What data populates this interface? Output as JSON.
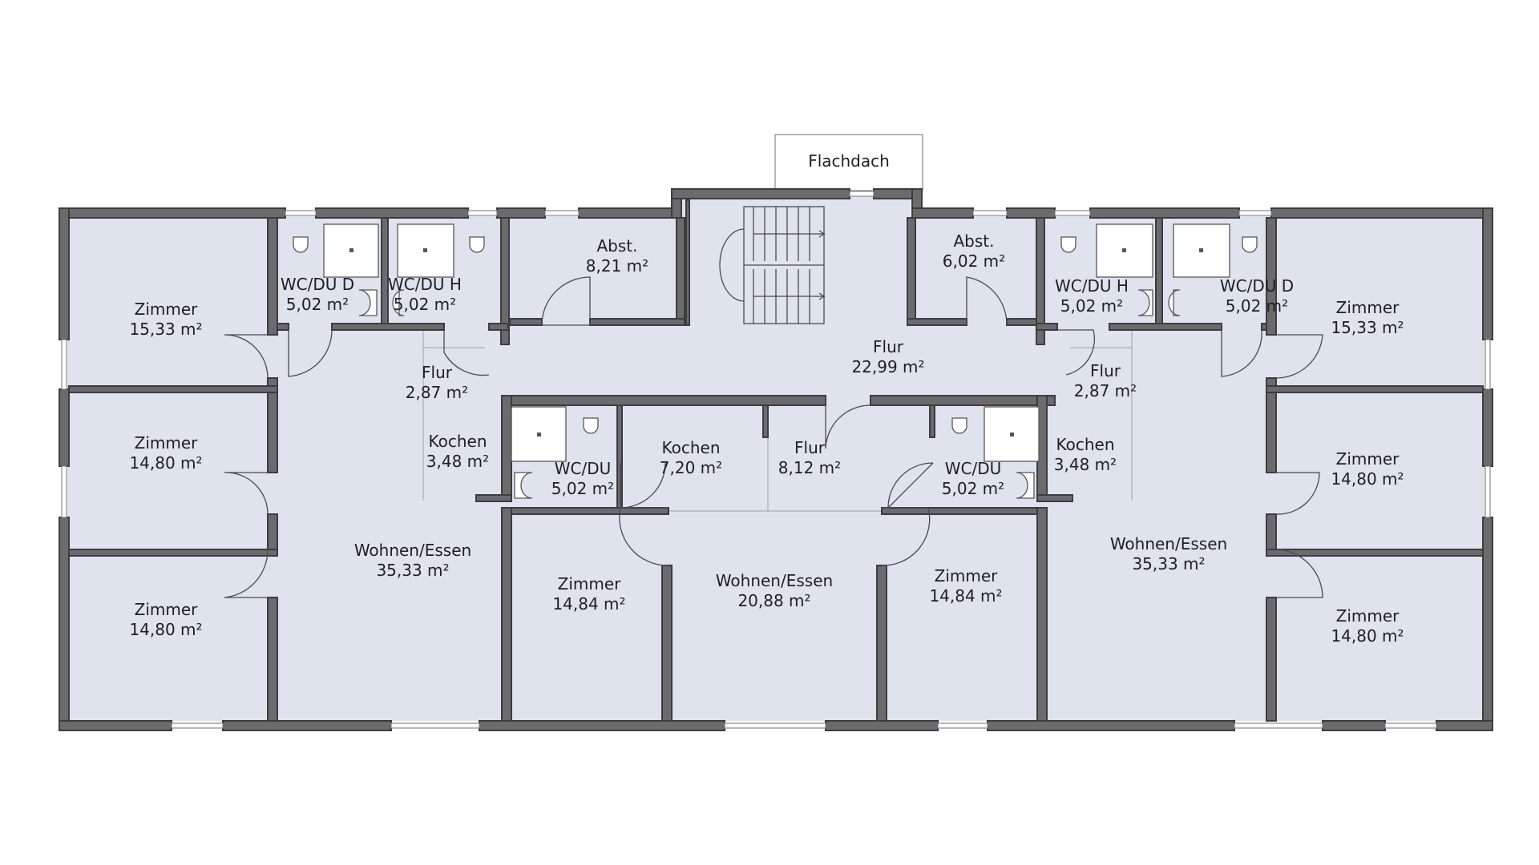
{
  "plan": {
    "flachdach": "Flachdach",
    "rooms": [
      {
        "id": "zimmer-nw-top",
        "name": "Zimmer",
        "area": "15,33 m²"
      },
      {
        "id": "zimmer-nw-mid",
        "name": "Zimmer",
        "area": "14,80 m²"
      },
      {
        "id": "zimmer-nw-bot",
        "name": "Zimmer",
        "area": "14,80 m²"
      },
      {
        "id": "wcdu-d-left",
        "name": "WC/DU D",
        "area": "5,02 m²"
      },
      {
        "id": "wcdu-h-left",
        "name": "WC/DU H",
        "area": "5,02 m²"
      },
      {
        "id": "abst-left",
        "name": "Abst.",
        "area": "8,21 m²"
      },
      {
        "id": "flur-left",
        "name": "Flur",
        "area": "2,87 m²"
      },
      {
        "id": "kochen-left",
        "name": "Kochen",
        "area": "3,48 m²"
      },
      {
        "id": "wohnen-left",
        "name": "Wohnen/Essen",
        "area": "35,33 m²"
      },
      {
        "id": "wcdu-center-left",
        "name": "WC/DU",
        "area": "5,02 m²"
      },
      {
        "id": "kochen-center",
        "name": "Kochen",
        "area": "7,20 m²"
      },
      {
        "id": "flur-center",
        "name": "Flur",
        "area": "8,12 m²"
      },
      {
        "id": "zimmer-center-left",
        "name": "Zimmer",
        "area": "14,84 m²"
      },
      {
        "id": "wohnen-center",
        "name": "Wohnen/Essen",
        "area": "20,88 m²"
      },
      {
        "id": "zimmer-center-right",
        "name": "Zimmer",
        "area": "14,84 m²"
      },
      {
        "id": "wcdu-center-right",
        "name": "WC/DU",
        "area": "5,02 m²"
      },
      {
        "id": "flur-main",
        "name": "Flur",
        "area": "22,99 m²"
      },
      {
        "id": "abst-right",
        "name": "Abst.",
        "area": "6,02 m²"
      },
      {
        "id": "wcdu-h-right",
        "name": "WC/DU H",
        "area": "5,02 m²"
      },
      {
        "id": "wcdu-d-right",
        "name": "WC/DU D",
        "area": "5,02 m²"
      },
      {
        "id": "flur-right",
        "name": "Flur",
        "area": "2,87 m²"
      },
      {
        "id": "kochen-right",
        "name": "Kochen",
        "area": "3,48 m²"
      },
      {
        "id": "wohnen-right",
        "name": "Wohnen/Essen",
        "area": "35,33 m²"
      },
      {
        "id": "zimmer-ne-top",
        "name": "Zimmer",
        "area": "15,33 m²"
      },
      {
        "id": "zimmer-ne-mid",
        "name": "Zimmer",
        "area": "14,80 m²"
      },
      {
        "id": "zimmer-ne-bot",
        "name": "Zimmer",
        "area": "14,80 m²"
      }
    ]
  },
  "colors": {
    "floor": "#dfe3ee",
    "wall": "#6b6b6e",
    "background": "#ffffff"
  }
}
